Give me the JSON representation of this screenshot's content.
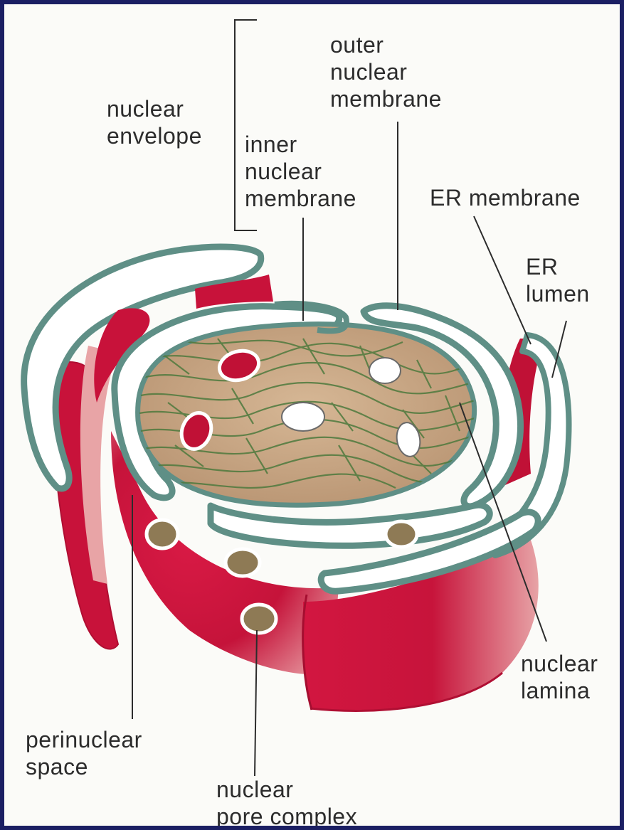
{
  "labels": {
    "nuclear_envelope": [
      "nuclear",
      "envelope"
    ],
    "outer_nuclear_membrane": [
      "outer",
      "nuclear",
      "membrane"
    ],
    "inner_nuclear_membrane": [
      "inner",
      "nuclear",
      "membrane"
    ],
    "er_membrane": [
      "ER membrane"
    ],
    "er_lumen": [
      "ER",
      "lumen"
    ],
    "nuclear_lamina": [
      "nuclear",
      "lamina"
    ],
    "perinuclear_space": [
      "perinuclear",
      "space"
    ],
    "nuclear_pore_complex": [
      "nuclear",
      "pore complex"
    ]
  },
  "colors": {
    "frame_border": "#1b1f63",
    "background": "#fbfbf8",
    "membrane_red": "#c8123a",
    "membrane_dark": "#9c0a2c",
    "membrane_edge": "#5f8f86",
    "lumen_white": "#ffffff",
    "lamina_tan": "#c9a783",
    "lamina_green": "#4e7a3e",
    "label_text": "#2c2c2c"
  }
}
